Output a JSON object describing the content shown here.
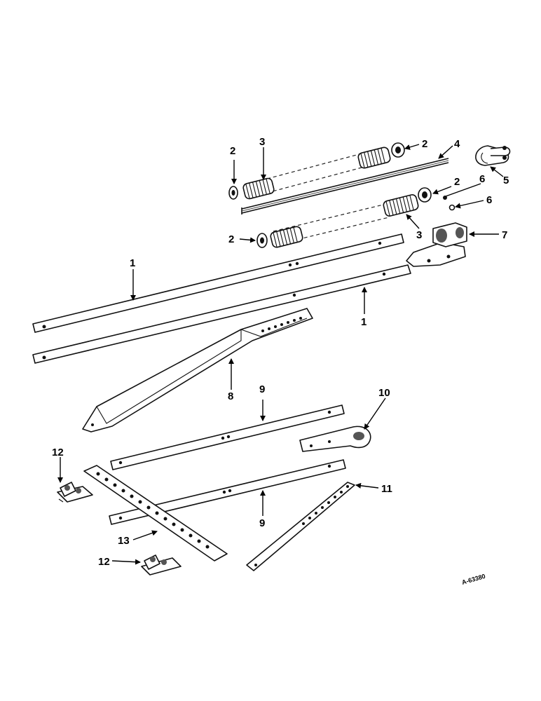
{
  "callouts": {
    "c1a": "1",
    "c1b": "1",
    "c2a": "2",
    "c2b": "2",
    "c2c": "2",
    "c2d": "2",
    "c3a": "3",
    "c3b": "3",
    "c4": "4",
    "c5": "5",
    "c6a": "6",
    "c6b": "6",
    "c7": "7",
    "c8": "8",
    "c9a": "9",
    "c9b": "9",
    "c10": "10",
    "c11": "11",
    "c12a": "12",
    "c12b": "12",
    "c13": "13"
  },
  "drawing_number": "A-63380"
}
